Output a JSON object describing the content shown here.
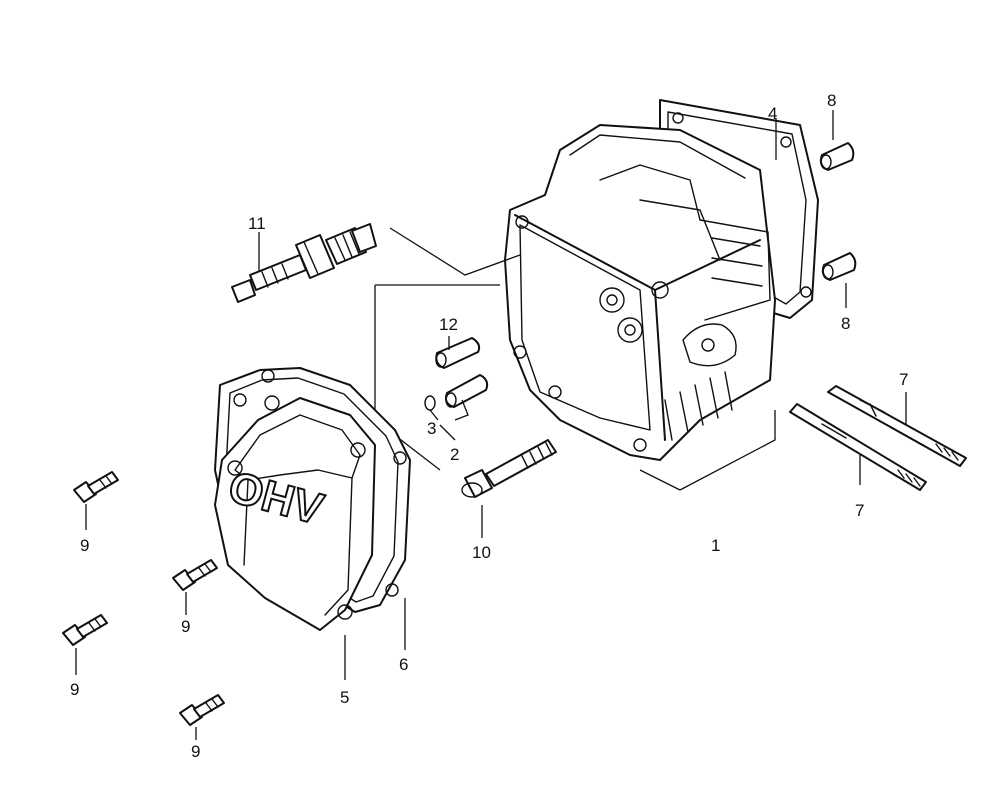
{
  "diagram": {
    "callouts": {
      "c1": "1",
      "c2": "2",
      "c3": "3",
      "c4": "4",
      "c5": "5",
      "c6": "6",
      "c7a": "7",
      "c7b": "7",
      "c8a": "8",
      "c8b": "8",
      "c9a": "9",
      "c9b": "9",
      "c9c": "9",
      "c9d": "9",
      "c10": "10",
      "c11": "11",
      "c12": "12"
    },
    "embossed_text": "OHV"
  }
}
